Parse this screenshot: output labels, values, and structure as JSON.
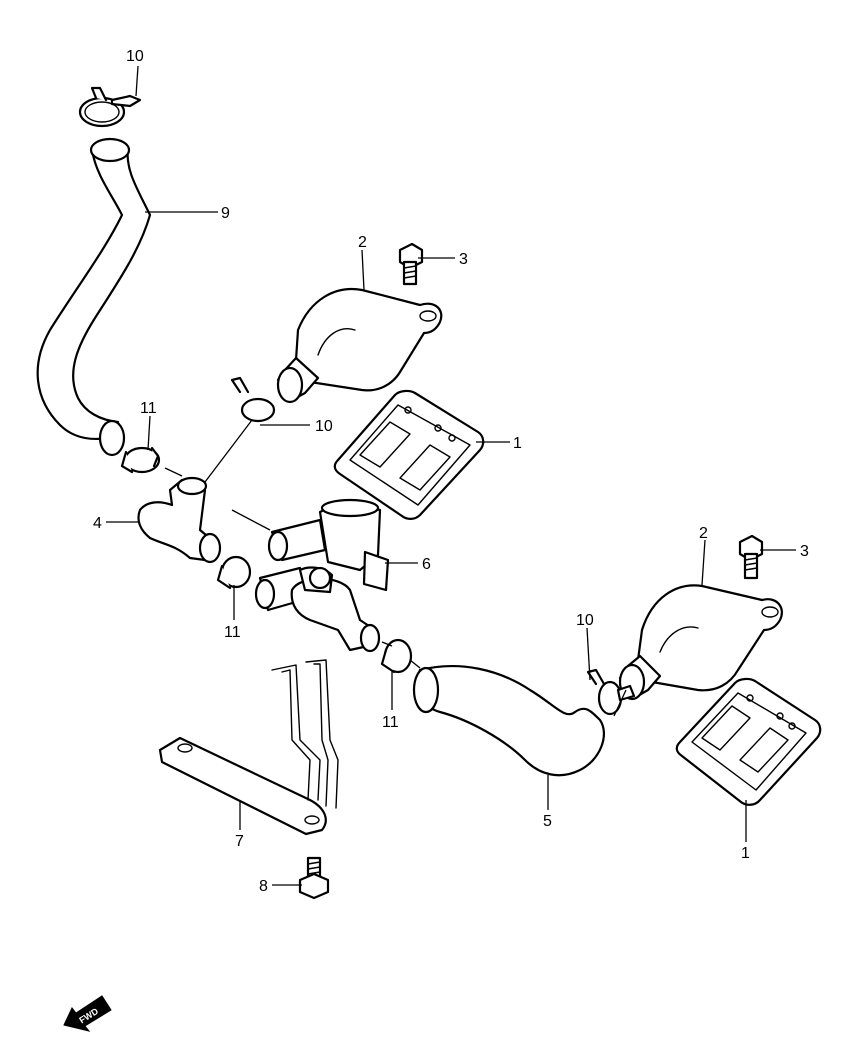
{
  "callouts": {
    "c10_top": "10",
    "c9": "9",
    "c2_upper": "2",
    "c3_upper": "3",
    "c11_left": "11",
    "c10_mid": "10",
    "c1_upper": "1",
    "c4": "4",
    "c6": "6",
    "c2_lower": "2",
    "c3_lower": "3",
    "c11_mid": "11",
    "c10_right": "10",
    "c11_right": "11",
    "c7": "7",
    "c5": "5",
    "c1_lower": "1",
    "c8": "8"
  },
  "fwd_label": "FWD"
}
